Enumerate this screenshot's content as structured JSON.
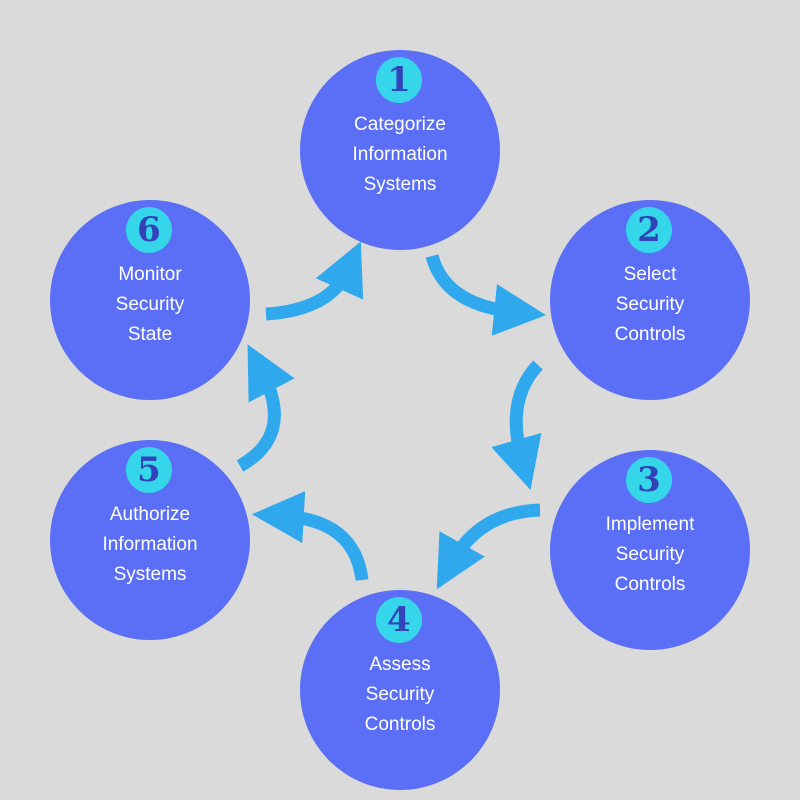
{
  "diagram": {
    "colors": {
      "background": "#dadada",
      "circle": "#5a6ff5",
      "badge": "#35d6ea",
      "badge_text": "#3242b8",
      "arrow": "#2fa8ee",
      "label_text": "#ffffff"
    },
    "steps": [
      {
        "number": "1",
        "label": [
          "Categorize",
          "Information",
          "Systems"
        ]
      },
      {
        "number": "2",
        "label": [
          "Select",
          "Security",
          "Controls"
        ]
      },
      {
        "number": "3",
        "label": [
          "Implement",
          "Security",
          "Controls"
        ]
      },
      {
        "number": "4",
        "label": [
          "Assess",
          "Security",
          "Controls"
        ]
      },
      {
        "number": "5",
        "label": [
          "Authorize",
          "Information",
          "Systems"
        ]
      },
      {
        "number": "6",
        "label": [
          "Monitor",
          "Security",
          "State"
        ]
      }
    ]
  }
}
